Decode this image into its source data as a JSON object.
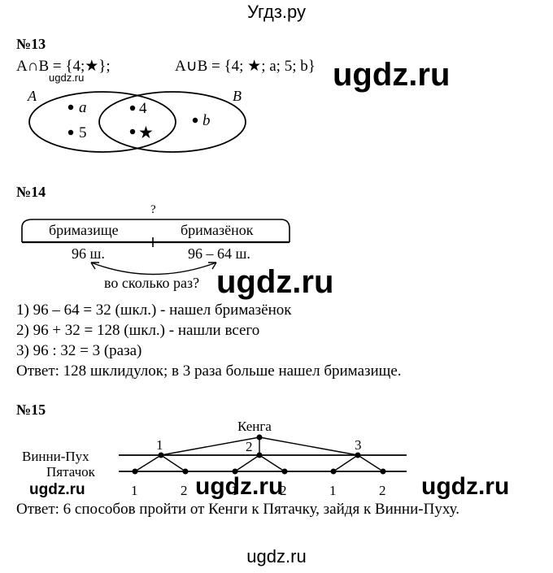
{
  "header": {
    "site": "Угдз.ру"
  },
  "watermarks": {
    "text": "ugdz.ru"
  },
  "task13": {
    "number": "№13",
    "intersection": "A∩B = {4;★};",
    "union": "A∪B = {4; ★; a; 5; b}",
    "set_a_label": "A",
    "set_b_label": "B",
    "elements": {
      "a": "a",
      "five": "5",
      "four": "4",
      "star": "★",
      "b": "b"
    }
  },
  "task14": {
    "number": "№14",
    "question_mark": "?",
    "left_segment": "бримазище",
    "right_segment": "бримазёнок",
    "left_value": "96 ш.",
    "right_value": "96 – 64 ш.",
    "arrow_question": "во сколько раз?",
    "steps": [
      "1) 96 – 64 = 32 (шкл.) - нашел бримазёнок",
      "2) 96 + 32 = 128 (шкл.) - нашли всего",
      "3) 96 : 32 = 3 (раза)"
    ],
    "answer": "Ответ: 128 шклидулок; в 3 раза больше нашел бримазище."
  },
  "task15": {
    "number": "№15",
    "start_label": "Кенга",
    "row_top": "Винни-Пух",
    "row_bottom": "Пятачок",
    "top_nodes": [
      "1",
      "2",
      "3"
    ],
    "bottom_nodes": [
      "1",
      "2",
      "1",
      "2",
      "1",
      "2"
    ],
    "answer": "Ответ: 6 способов пройти от Кенги к Пятачку, зайдя к Винни-Пуху."
  },
  "footer": {
    "site": "ugdz.ru"
  }
}
